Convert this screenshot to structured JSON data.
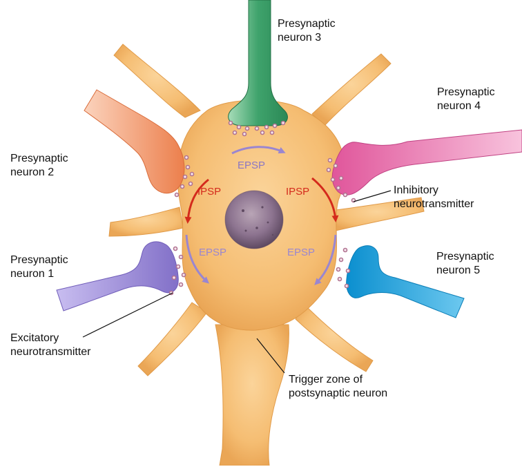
{
  "labels": {
    "neuron3": [
      "Presynaptic",
      "neuron 3"
    ],
    "neuron4": [
      "Presynaptic",
      "neuron 4"
    ],
    "neuron2": [
      "Presynaptic",
      "neuron 2"
    ],
    "neuron1": [
      "Presynaptic",
      "neuron 1"
    ],
    "neuron5": [
      "Presynaptic",
      "neuron 5"
    ],
    "inhibitory": [
      "Inhibitory",
      "neurotransmitter"
    ],
    "excitatory": [
      "Excitatory",
      "neurotransmitter"
    ],
    "trigger": [
      "Trigger zone of",
      "postsynaptic neuron"
    ]
  },
  "signals": {
    "epsp_top": "EPSP",
    "ipsp_left": "IPSP",
    "ipsp_right": "IPSP",
    "epsp_left": "EPSP",
    "epsp_right": "EPSP"
  },
  "colors": {
    "soma": "#f5bd72",
    "soma_edge": "#d9943f",
    "nucleus": "#8a6e86",
    "neuron1": "#9a88d6",
    "neuron2": "#f19468",
    "neuron3": "#3fa36c",
    "neuron4": "#ea74ad",
    "neuron5": "#1fa6dc",
    "epsp": "#9a86d0",
    "ipsp": "#d42a1c",
    "vesicle": "#b07290"
  }
}
